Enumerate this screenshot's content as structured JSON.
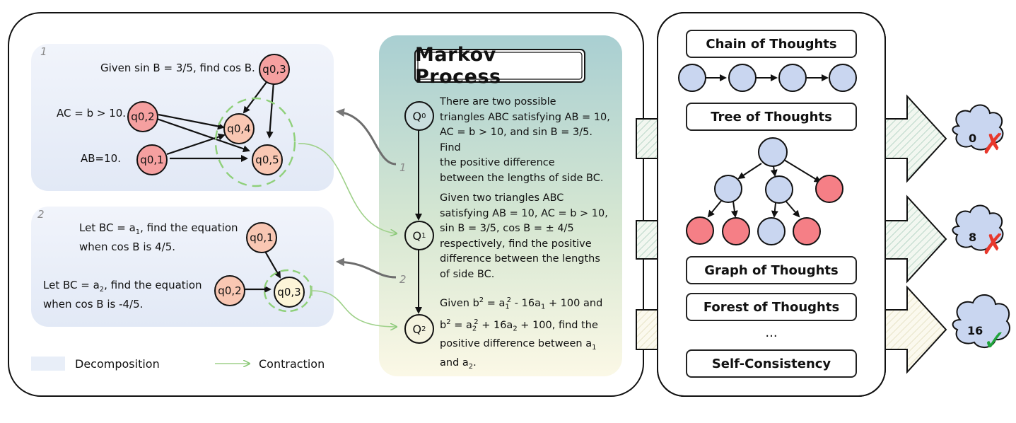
{
  "decomposition": {
    "panel1": {
      "number": "1",
      "questions": [
        {
          "text": "Given sin B = 3/5, find cos B."
        },
        {
          "text": "AC = b > 10."
        },
        {
          "text": "AB=10."
        }
      ],
      "nodes": [
        "q0,3",
        "q0,2",
        "q0,4",
        "q0,1",
        "q0,5"
      ]
    },
    "panel2": {
      "number": "2",
      "questions": [
        {
          "line1": "Let BC = a",
          "sub": "1",
          "line1_rest": ", find the equation",
          "line2": "when cos B is 4/5."
        },
        {
          "line1": "Let BC = a",
          "sub": "2",
          "line1_rest": ", find the equation",
          "line2": "when cos B is -4/5."
        }
      ],
      "nodes": [
        "q0,1",
        "q0,2",
        "q0,3"
      ]
    }
  },
  "legend": {
    "decomposition": "Decomposition",
    "contraction": "Contraction"
  },
  "markov": {
    "title": "Markov Process",
    "states": [
      {
        "id": "Q",
        "sub": "0"
      },
      {
        "id": "Q",
        "sub": "1"
      },
      {
        "id": "Q",
        "sub": "2"
      }
    ],
    "step_labels": [
      "1",
      "2"
    ],
    "q0_lines": [
      "There are two possible",
      "triangles ABC satisfying AB = 10,",
      "AC = b > 10, and sin B = 3/5. Find",
      "the positive difference",
      "between the lengths of side BC."
    ],
    "q1_lines": [
      "Given two triangles ABC",
      "satisfying AB = 10, AC = b > 10,",
      "sin B = 3/5, cos B = ± 4/5",
      "respectively, find the positive",
      "difference between the lengths",
      "of side BC."
    ],
    "q2": {
      "l1a": "Given b",
      "l1b": " = a",
      "l1c": " - 16a",
      "l1d": " + 100 and",
      "l2a": "b",
      "l2b": " = a",
      "l2c": " + 16a",
      "l2d": " + 100, find the",
      "l3": "positive difference between a",
      "l4a": "and a",
      "l4b": "."
    }
  },
  "methods": {
    "items": [
      "Chain of Thoughts",
      "Tree of Thoughts",
      "Graph of Thoughts",
      "Forest of Thoughts",
      "...",
      "Self-Consistency"
    ]
  },
  "results": [
    {
      "value": "0",
      "mark": "✗",
      "color": "#e8382c"
    },
    {
      "value": "8",
      "mark": "✗",
      "color": "#e8382c"
    },
    {
      "value": "16",
      "mark": "✓",
      "color": "#1fa33a"
    }
  ],
  "colors": {
    "node_red": "#f5a0a0",
    "node_pink": "#f9c7b3",
    "node_cream": "#fdf5d8",
    "node_blue": "#c9d6f0",
    "node_red_bright": "#f57f86",
    "contraction_green": "#9fd18a",
    "dashed_green": "#8fd07a"
  }
}
